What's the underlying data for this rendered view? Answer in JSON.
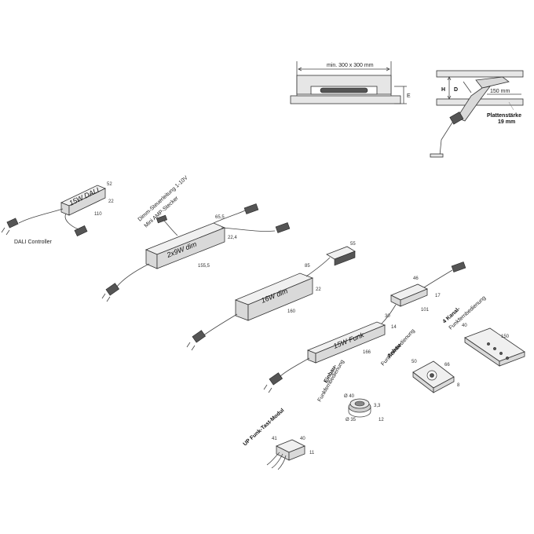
{
  "top_detail": {
    "recess_dim": "min. 300 x 300 mm",
    "e_label": "E",
    "h_label": "H",
    "d_label": "D",
    "reach_dim": "150 mm",
    "board_label": "Plattenstärke",
    "board_value": "19 mm"
  },
  "dali": {
    "box_label": "15W DALI",
    "dim_width": "52",
    "dim_height": "22",
    "dim_length": "110",
    "controller_label": "DALI Controller"
  },
  "dim2x9": {
    "box_label": "2x9W dim",
    "cable_label_1": "Dimm-Steuerleitung 1-10V",
    "cable_label_2": "Mini AMP-Stecker",
    "dim_width": "65,5",
    "dim_height": "22,4",
    "dim_length": "155,5"
  },
  "dim16": {
    "box_label": "16W dim",
    "dim_width": "85",
    "dim_height": "22",
    "dim_length": "160",
    "plug_dim": "55"
  },
  "funk15": {
    "box_label": "15W Funk",
    "dim_width": "30",
    "dim_height": "14",
    "dim_length": "166",
    "receiver_width": "46",
    "receiver_height": "17",
    "receiver_length": "101"
  },
  "remote4": {
    "title_1": "4 Kanal-",
    "title_2": "Funkfernbedienung",
    "dim_width": "40",
    "dim_length": "150"
  },
  "surface_remote": {
    "title_1": "Anbau-",
    "title_2": "Funkfernbedienung",
    "dim_width": "50",
    "dim_length": "66",
    "dim_height": "8"
  },
  "flush_remote": {
    "title_1": "Einbau-",
    "title_2": "Funkfernbedienung",
    "dim_outer": "Ø 40",
    "dim_inner": "Ø 35",
    "dim_h1": "3,3",
    "dim_h2": "12"
  },
  "up_module": {
    "title": "UP Funk-Tast-Modul",
    "dim_width": "41",
    "dim_depth": "40",
    "dim_height": "11"
  }
}
